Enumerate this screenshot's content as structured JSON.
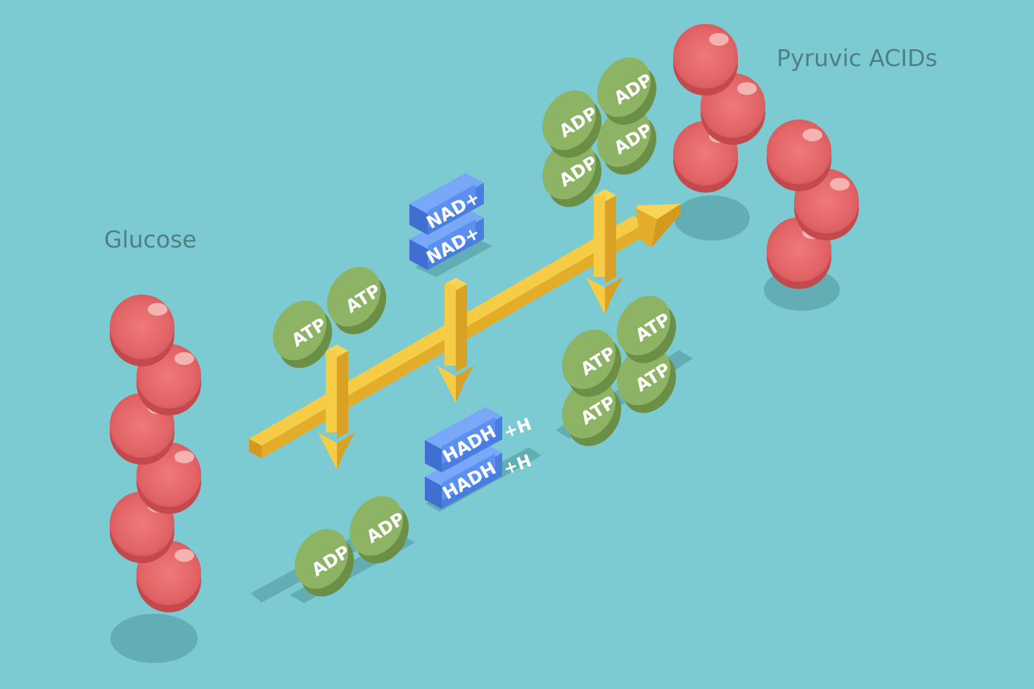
{
  "labels": {
    "glucose": "Glucose",
    "pyruvic": "Pyruvic ACIDs"
  },
  "molecules": {
    "atp": "ATP",
    "adp": "ADP",
    "nad": "NAD+",
    "hadh": "HADH",
    "plus_h": "+H"
  },
  "colors": {
    "background": "#7ccbd2",
    "sphere": "#e8696a",
    "coin": "#8db364",
    "block": "#5b8ff0",
    "arrow": "#f2c431"
  }
}
